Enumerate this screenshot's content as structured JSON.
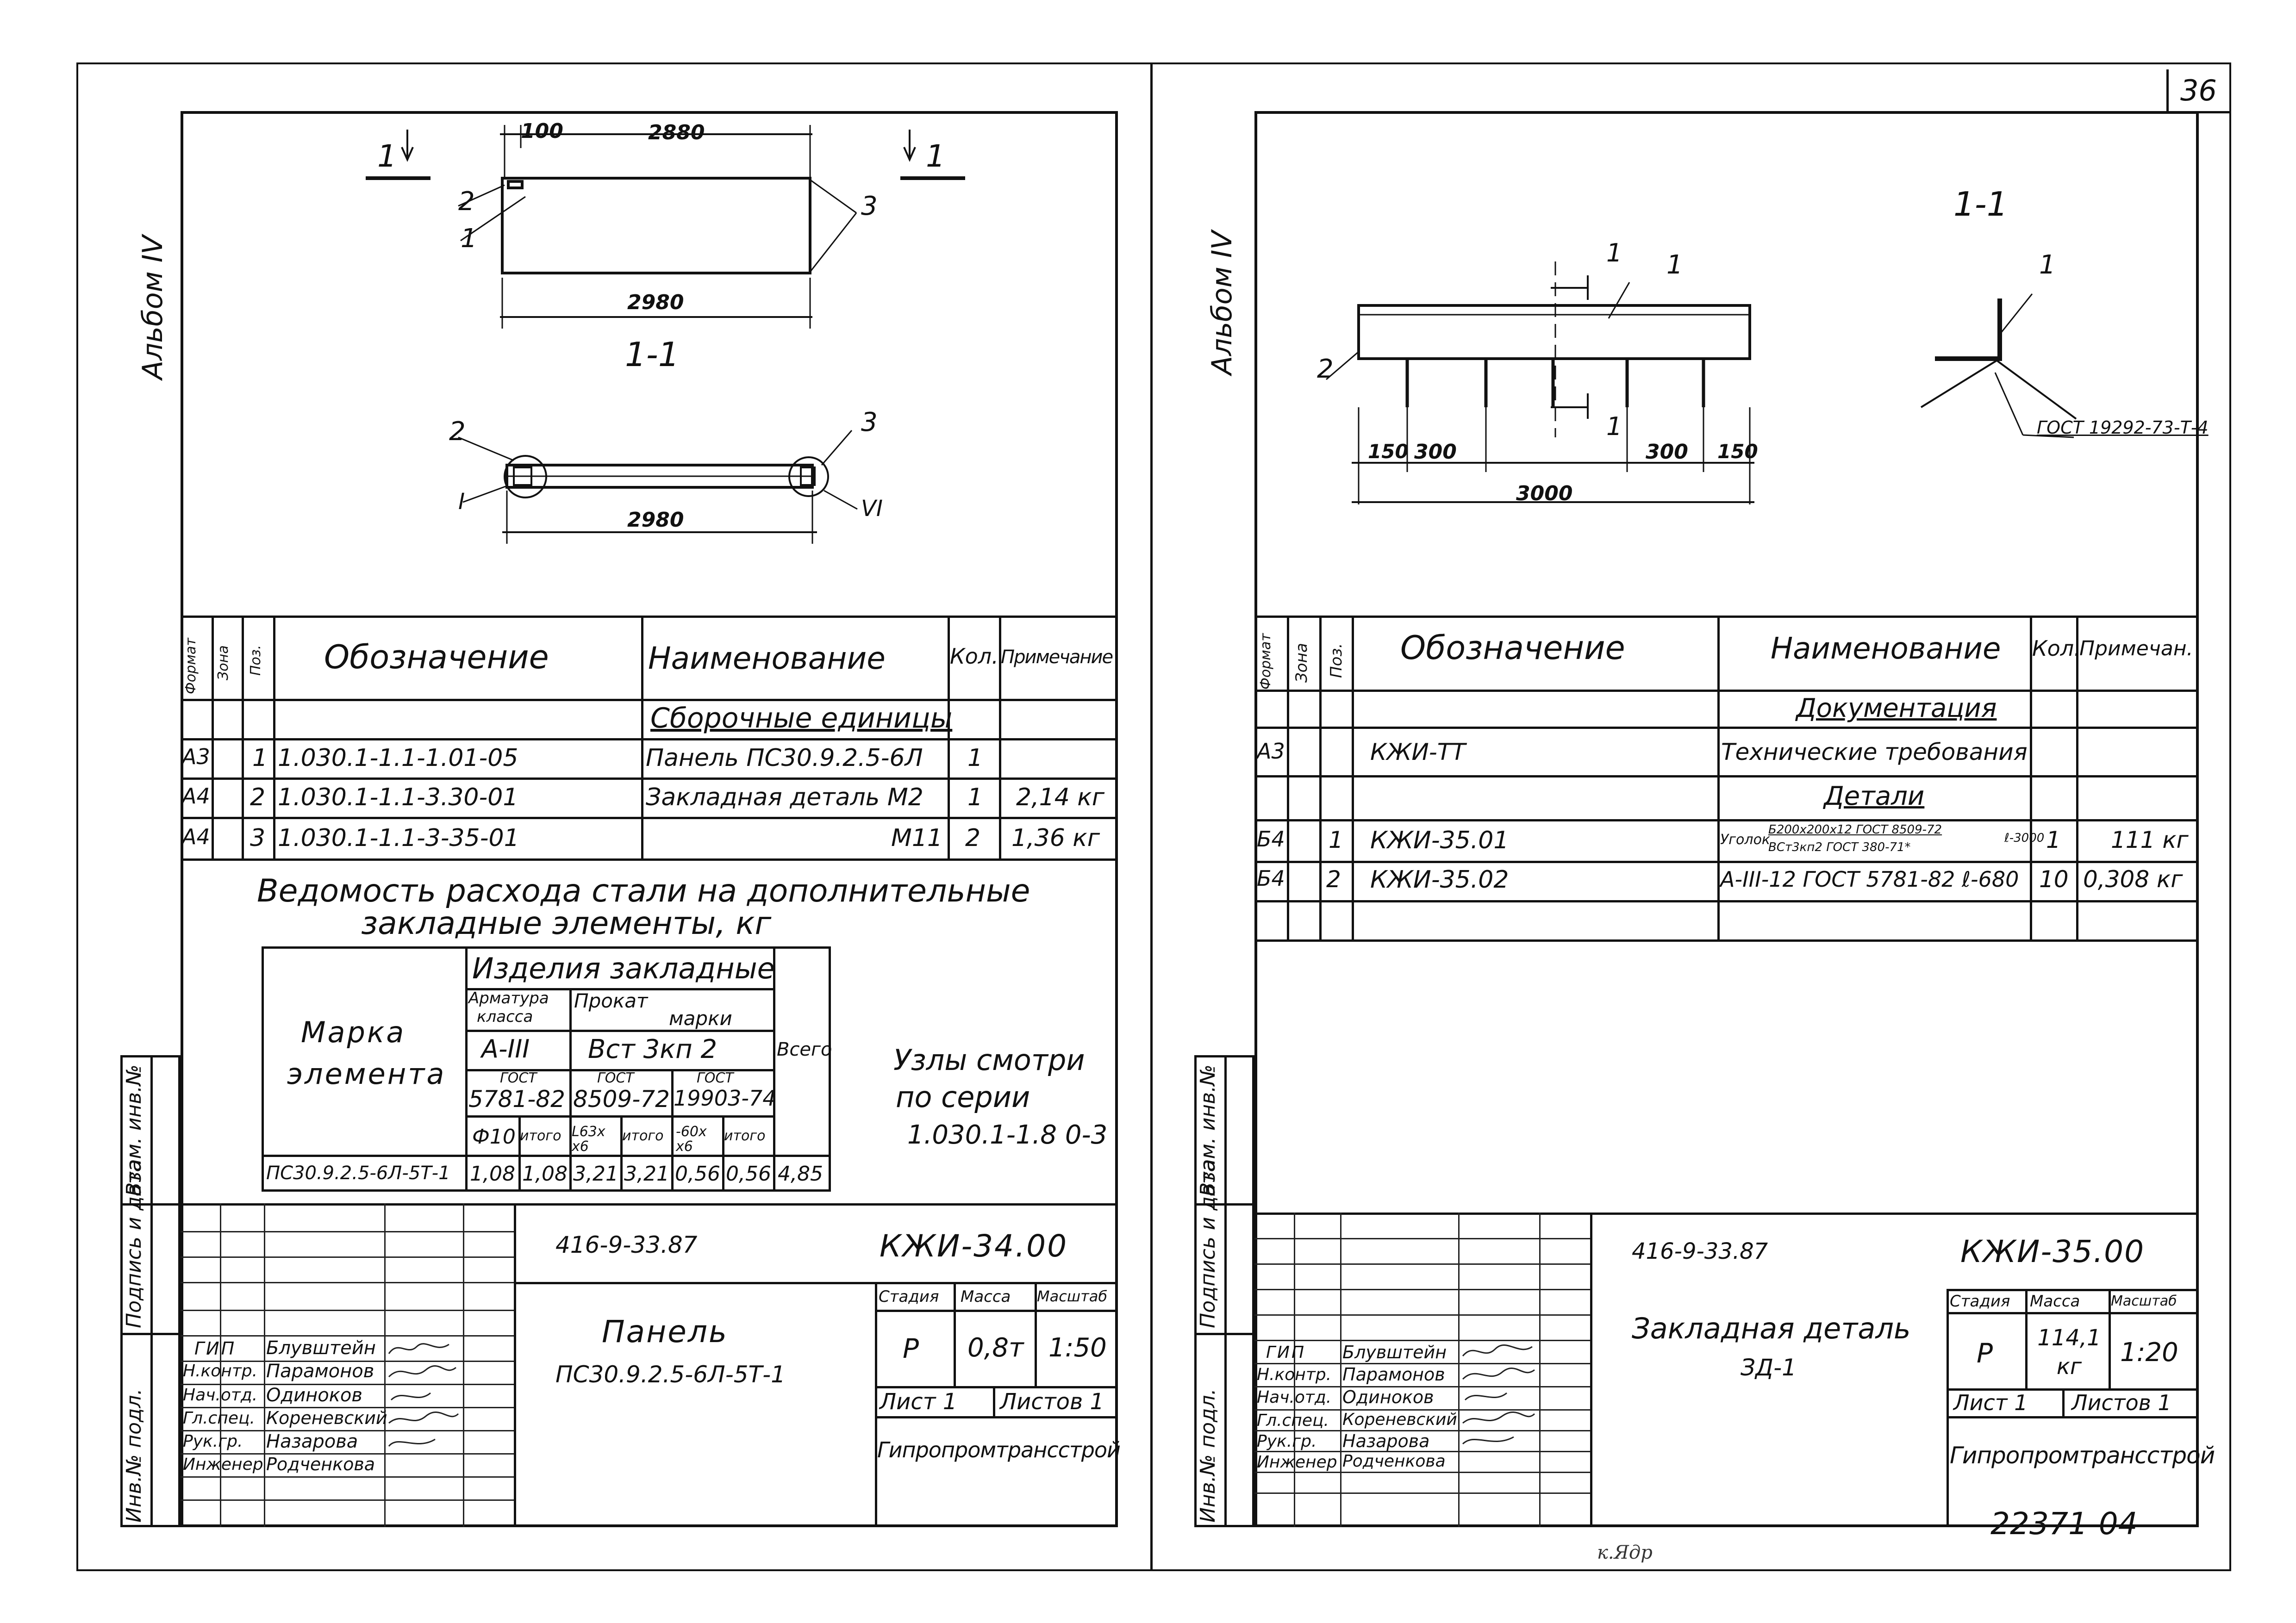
{
  "page_number": "36",
  "footer_number": "22371-04",
  "bottom_signature": "к.Ядр",
  "left": {
    "album": "Альбом IV",
    "section": "1-1",
    "dims": {
      "d100": "100",
      "d2880": "2880",
      "d2980a": "2980",
      "d2980b": "2980"
    },
    "markers": {
      "m1": "1",
      "m2": "2",
      "m3": "3",
      "m1b": "1",
      "m1c": "1",
      "m2b": "2",
      "m3b": "3",
      "r1": "I",
      "r6": "VI",
      "cut1": "1",
      "cut2": "1"
    },
    "spec": {
      "headers": {
        "format": "Формат",
        "zone": "Зона",
        "pos": "Поз.",
        "designation": "Обозначение",
        "name": "Наименование",
        "qty": "Кол.",
        "note": "Примечание"
      },
      "section_title": "Сборочные единицы",
      "rows": [
        {
          "format": "А3",
          "pos": "1",
          "designation": "1.030.1-1.1-1.01-05",
          "name": "Панель ПС30.9.2.5-6Л",
          "qty": "1",
          "note": ""
        },
        {
          "format": "А4",
          "pos": "2",
          "designation": "1.030.1-1.1-3.30-01",
          "name": "Закладная деталь М2",
          "qty": "1",
          "note": "2,14 кг"
        },
        {
          "format": "А4",
          "pos": "3",
          "designation": "1.030.1-1.1-3-35-01",
          "name": "М11",
          "qty": "2",
          "note": "1,36 кг"
        }
      ]
    },
    "steel_title_1": "Ведомость расхода стали на дополнительные",
    "steel_title_2": "закладные элементы, кг",
    "steel": {
      "mark_label_1": "Марка",
      "mark_label_2": "элемента",
      "products": "Изделия закладные",
      "rebar_1": "Арматура",
      "rebar_2": "класса",
      "rolled": "Прокат",
      "grades": "марки",
      "total": "Всего",
      "class_a3": "А-III",
      "vst": "Вст 3кп 2",
      "gost_l": "ГОСТ",
      "gost_1": "5781-82",
      "gost_m": "ГОСТ",
      "gost_2": "8509-72",
      "gost_r": "ГОСТ",
      "gost_3": "19903-74",
      "c_phi": "Ф10",
      "c_itogo1": "итого",
      "c_l63": "L63x x6",
      "c_itogo2": "итого",
      "c_60": "-60x x6",
      "c_itogo3": "итого",
      "row_mark": "ПС30.9.2.5-6Л-5Т-1",
      "row_values": [
        "1,08",
        "1,08",
        "3,21",
        "3,21",
        "0,56",
        "0,56",
        "4,85"
      ]
    },
    "nodes_note": [
      "Узлы смотри",
      "по серии",
      "1.030.1-1.8 0-3"
    ],
    "margin_labels": [
      "Взам. инв.№",
      "Подпись и дата",
      "Инв.№ подл."
    ],
    "stamp": {
      "project": "416-9-33.87",
      "code": "КЖИ-34.00",
      "title_1": "Панель",
      "title_2": "ПС30.9.2.5-6Л-5Т-1",
      "stage_label": "Стадия",
      "mass_label": "Масса",
      "scale_label": "Масштаб",
      "stage": "Р",
      "mass": "0,8т",
      "scale": "1:50",
      "sheet": "Лист 1",
      "sheets": "Листов 1",
      "org": "Гипропромтрансстрой",
      "roles": [
        "ГИП",
        "Н.контр.",
        "Нач.отд.",
        "Гл.спец.",
        "Рук.гр.",
        "Инженер"
      ],
      "names": [
        "Блувштейн",
        "Парамонов",
        "Одиноков",
        "Кореневский",
        "Назарова",
        "Родченкова"
      ]
    }
  },
  "right": {
    "album": "Альбом IV",
    "section": "1-1",
    "dims": {
      "d150a": "150",
      "d300a": "300",
      "d300b": "300",
      "d150b": "150",
      "d3000": "3000"
    },
    "markers": {
      "m1": "1",
      "m2": "2",
      "m1b": "1",
      "cut1": "1",
      "cut2": "1"
    },
    "gost_label": "ГОСТ 19292-73-Т-4",
    "spec": {
      "headers": {
        "format": "Формат",
        "zone": "Зона",
        "pos": "Поз.",
        "designation": "Обозначение",
        "name": "Наименование",
        "qty": "Кол.",
        "note": "Примечан."
      },
      "section_doc": "Документация",
      "section_det": "Детали",
      "rows": [
        {
          "format": "А3",
          "pos": "",
          "designation": "КЖИ-ТТ",
          "name": "Технические требования",
          "qty": "",
          "note": ""
        },
        {
          "format": "Б4",
          "pos": "1",
          "designation": "КЖИ-35.01",
          "name_a": "Уголок",
          "name_b": "Б200x200x12 ГОСТ 8509-72",
          "name_c": "ВСт3кп2 ГОСТ 380-71*",
          "name_d": "ℓ-3000",
          "qty": "1",
          "note": "111 кг"
        },
        {
          "format": "Б4",
          "pos": "2",
          "designation": "КЖИ-35.02",
          "name": "А-III-12 ГОСТ 5781-82 ℓ-680",
          "qty": "10",
          "note": "0,308 кг"
        }
      ]
    },
    "margin_labels": [
      "Взам. инв.№",
      "Подпись и дата",
      "Инв.№ подл."
    ],
    "stamp": {
      "project": "416-9-33.87",
      "code": "КЖИ-35.00",
      "title_1": "Закладная деталь",
      "title_2": "ЗД-1",
      "stage_label": "Стадия",
      "mass_label": "Масса",
      "scale_label": "Масштаб",
      "stage": "Р",
      "mass": "114,1 кг",
      "scale": "1:20",
      "sheet": "Лист 1",
      "sheets": "Листов 1",
      "org": "Гипропромтрансстрой",
      "roles": [
        "ГИП",
        "Н.контр.",
        "Нач.отд.",
        "Гл.спец.",
        "Рук.гр.",
        "Инженер"
      ],
      "names": [
        "Блувштейн",
        "Парамонов",
        "Одиноков",
        "Кореневский",
        "Назарова",
        "Родченкова"
      ]
    }
  }
}
